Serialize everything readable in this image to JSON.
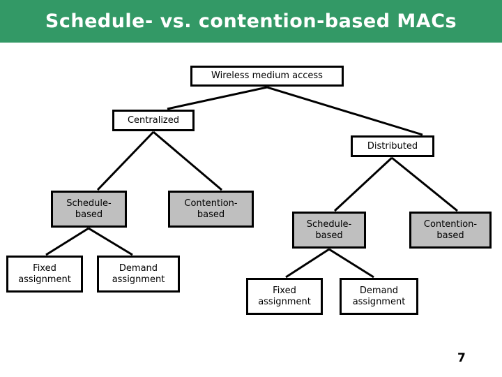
{
  "slide": {
    "title": "Schedule- vs. contention-based MACs",
    "page_number": "7",
    "colors": {
      "title_bar_background": "#339966",
      "title_text": "#ffffff",
      "node_border": "#000000",
      "node_fill_white": "#ffffff",
      "node_fill_gray": "#bfbfbf",
      "slide_background": "#ffffff"
    }
  },
  "diagram": {
    "type": "tree",
    "root": {
      "label": "Wireless medium access",
      "fill": "white"
    },
    "branches": [
      {
        "label": "Centralized",
        "fill": "white",
        "children": [
          {
            "label": "Schedule-\nbased",
            "fill": "gray",
            "children": [
              {
                "label": "Fixed\nassignment",
                "fill": "white"
              },
              {
                "label": "Demand\nassignment",
                "fill": "white"
              }
            ]
          },
          {
            "label": "Contention-\nbased",
            "fill": "gray",
            "children": []
          }
        ]
      },
      {
        "label": "Distributed",
        "fill": "white",
        "children": [
          {
            "label": "Schedule-\nbased",
            "fill": "gray",
            "children": [
              {
                "label": "Fixed\nassignment",
                "fill": "white"
              },
              {
                "label": "Demand\nassignment",
                "fill": "white"
              }
            ]
          },
          {
            "label": "Contention-\nbased",
            "fill": "gray",
            "children": []
          }
        ]
      }
    ]
  }
}
